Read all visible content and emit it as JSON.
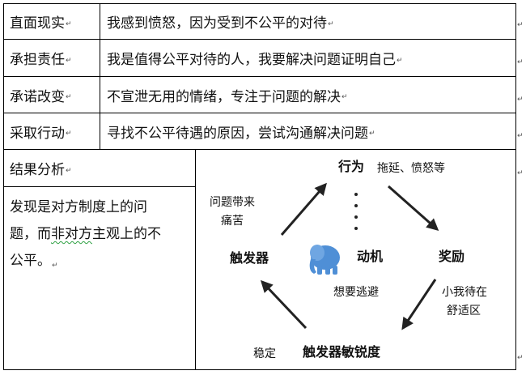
{
  "rows": [
    {
      "label": "直面现实",
      "content": "我感到愤怒，因为受到不公平的对待"
    },
    {
      "label": "承担责任",
      "content": "我是值得公平对待的人，我要解决问题证明自己"
    },
    {
      "label": "承诺改变",
      "content": "不宣泄无用的情绪，专注于问题的解决"
    },
    {
      "label": "采取行动",
      "content": "寻找不公平待遇的原因，尝试沟通解决问题"
    }
  ],
  "result": {
    "label": "结果分析",
    "text_line1": "发现是对方制度上的问",
    "text_line2a": "题，而",
    "text_line2b": "非对方",
    "text_line2c": "主观上的不",
    "text_line3": "公平。"
  },
  "marks": {
    "paragraph": "↵",
    "end_of_row": "↵"
  },
  "diagram": {
    "behavior": "行为",
    "behavior_note": "拖延、愤怒等",
    "reward": "奖励",
    "reward_note_line1": "小我待在",
    "reward_note_line2": "舒适区",
    "sensitivity": "触发器敏锐度",
    "sensitivity_note": "稳定",
    "trigger": "触发器",
    "trigger_note_line1": "问题带来",
    "trigger_note_line2": "痛苦",
    "motive": "动机",
    "motive_note": "想要逃避",
    "elephant_icon": "elephant-icon",
    "colors": {
      "elephant": "#4f8fd6",
      "arrow": "#222222"
    }
  }
}
